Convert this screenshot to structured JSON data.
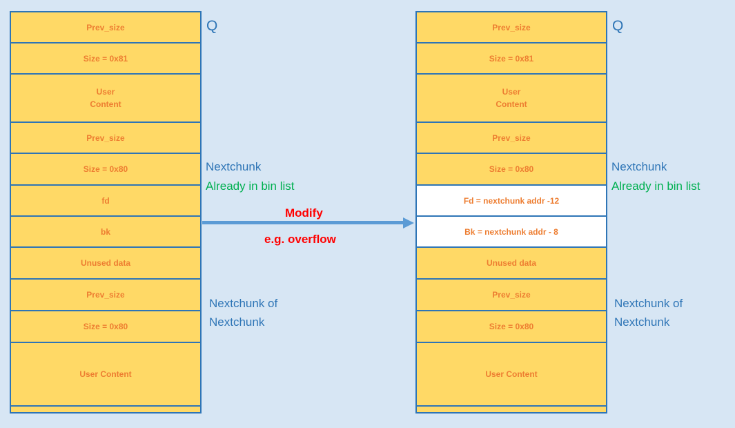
{
  "colors": {
    "background": "#d7e6f4",
    "box_fill": "#ffd966",
    "box_border": "#2e75b6",
    "box_text": "#ed7d31",
    "white_box_fill": "#ffffff",
    "blue_label": "#2e75b6",
    "green_label": "#00b050",
    "red_label": "#ff0000",
    "arrow": "#5b9bd5"
  },
  "left_column": {
    "marker": "Q",
    "rows": [
      {
        "label": "Prev_size"
      },
      {
        "label": "Size = 0x81"
      },
      {
        "label": "User\nContent"
      },
      {
        "label": "Prev_size"
      },
      {
        "label": "Size = 0x80"
      },
      {
        "label": "fd"
      },
      {
        "label": "bk"
      },
      {
        "label": "Unused data"
      },
      {
        "label": "Prev_size"
      },
      {
        "label": "Size = 0x80"
      },
      {
        "label": "User Content"
      },
      {
        "label": ""
      }
    ]
  },
  "right_column": {
    "marker": "Q",
    "rows": [
      {
        "label": "Prev_size"
      },
      {
        "label": "Size = 0x81"
      },
      {
        "label": "User\nContent"
      },
      {
        "label": "Prev_size"
      },
      {
        "label": "Size = 0x80"
      },
      {
        "label": "Fd = nextchunk addr -12"
      },
      {
        "label": "Bk = nextchunk addr - 8"
      },
      {
        "label": "Unused data"
      },
      {
        "label": "Prev_size"
      },
      {
        "label": "Size = 0x80"
      },
      {
        "label": "User Content"
      },
      {
        "label": ""
      }
    ]
  },
  "annotations": {
    "left_nextchunk": "Nextchunk",
    "left_bin_list": "Already in bin list",
    "modify": "Modify",
    "overflow": "e.g. overflow",
    "left_nextchunk_of_line1": "Nextchunk of",
    "left_nextchunk_of_line2": "Nextchunk",
    "right_nextchunk": "Nextchunk",
    "right_bin_list": "Already in bin list",
    "right_nextchunk_of_line1": "Nextchunk of",
    "right_nextchunk_of_line2": "Nextchunk"
  }
}
